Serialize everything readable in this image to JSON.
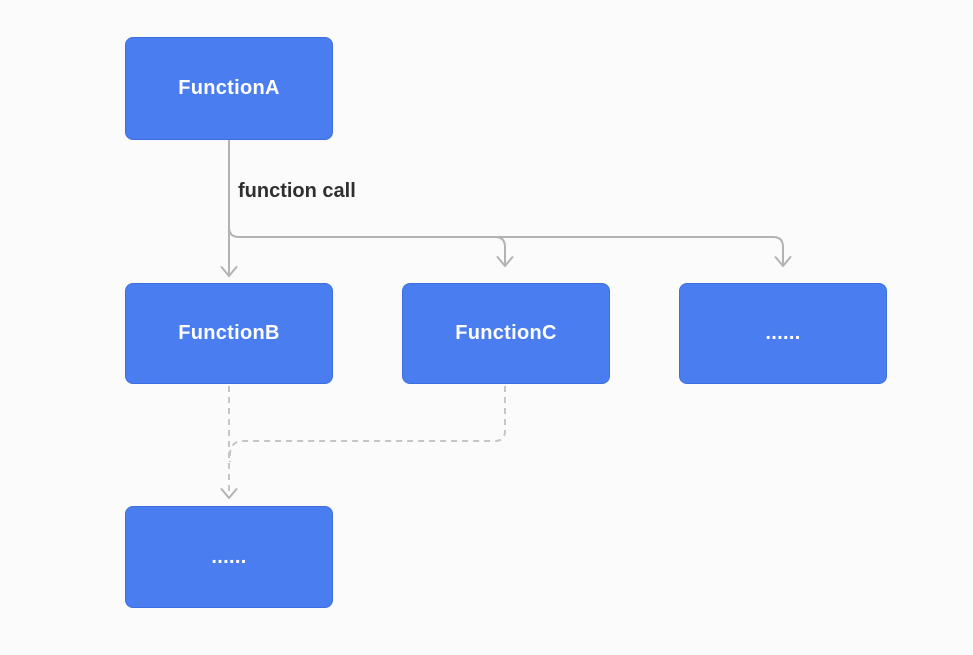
{
  "diagram": {
    "edge_label": "function call",
    "nodes": {
      "function_a": {
        "label": "FunctionA"
      },
      "function_b": {
        "label": "FunctionB"
      },
      "function_c": {
        "label": "FunctionC"
      },
      "more_right": {
        "label": "......"
      },
      "more_bottom": {
        "label": "......"
      }
    },
    "colors": {
      "node_fill": "#4a7df0",
      "node_border": "#3e6fe0",
      "node_text": "#ffffff",
      "solid_edge": "#b3b3b3",
      "dashed_edge": "#c6c6c6",
      "edge_label_text": "#2f2f2f",
      "background": "#fbfbfb"
    }
  }
}
